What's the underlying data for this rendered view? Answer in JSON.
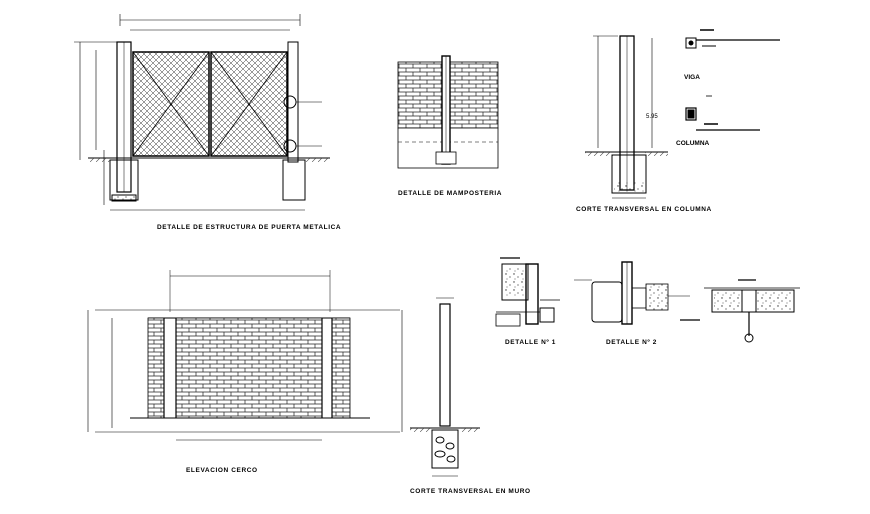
{
  "drawings": {
    "gate": {
      "title": "DETALLE DE ESTRUCTURA DE PUERTA METALICA"
    },
    "masonry": {
      "title": "DETALLE DE MAMPOSTERIA"
    },
    "column": {
      "title": "CORTE TRANSVERSAL EN COLUMNA",
      "height_dim": "5.95"
    },
    "beam_section": {
      "title": "VIGA"
    },
    "column_section": {
      "title": "COLUMNA"
    },
    "fence": {
      "title": "ELEVACION CERCO"
    },
    "wall_section": {
      "title": "CORTE TRANSVERSAL EN MURO"
    },
    "detail1": {
      "title": "DETALLE Nº 1"
    },
    "detail2": {
      "title": "DETALLE Nº 2"
    }
  },
  "colors": {
    "line": "#000000",
    "background": "#ffffff",
    "hatch": "#555555"
  }
}
